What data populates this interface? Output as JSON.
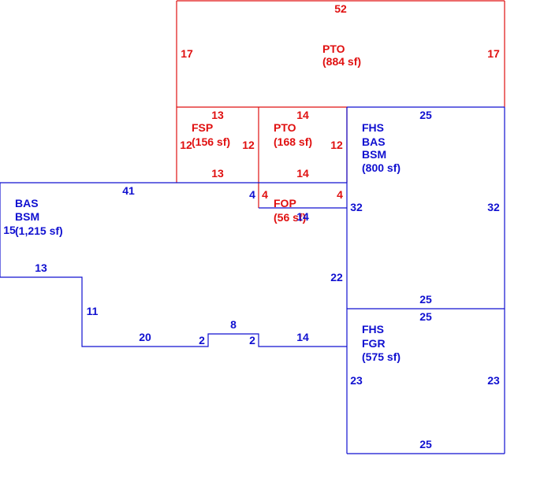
{
  "colors": {
    "red": "#e01010",
    "blue": "#1010d0"
  },
  "areas": {
    "pto_top": {
      "lines": [
        "PTO",
        "(884 sf)"
      ]
    },
    "fsp": {
      "lines": [
        "FSP",
        "(156 sf)"
      ]
    },
    "pto_mid": {
      "lines": [
        "PTO",
        "(168 sf)"
      ]
    },
    "fop": {
      "lines": [
        "FOP",
        "(56 sf)"
      ]
    },
    "fhs_bas": {
      "lines": [
        "FHS",
        "BAS",
        "BSM",
        "(800 sf)"
      ]
    },
    "bas_main": {
      "lines": [
        "BAS",
        "BSM",
        "(1,215 sf)"
      ]
    },
    "fhs_fgr": {
      "lines": [
        "FHS",
        "FGR",
        "(575 sf)"
      ]
    }
  },
  "dims": {
    "pto_top": "52",
    "pto_left": "17",
    "pto_right": "17",
    "fsp_top": "13",
    "fsp_left": "12",
    "fsp_right": "12",
    "fsp_bottom": "13",
    "pto_mid_top": "14",
    "pto_mid_right": "12",
    "pto_mid_bottom": "14",
    "fop_left": "4",
    "fop_right": "4",
    "fop_bottom": "14",
    "fhs_top": "25",
    "fhs_left": "32",
    "fhs_right": "32",
    "fhs_bottom": "25",
    "bas_top": "41",
    "bas_step": "4",
    "bas_left": "15",
    "bas_left_bottom": "13",
    "bas_notch": "11",
    "bas_bottom_a": "20",
    "bas_bump_l": "2",
    "bas_bump_top": "8",
    "bas_bump_r": "2",
    "bas_bottom_b": "14",
    "bas_right": "22",
    "fgr_top": "25",
    "fgr_left": "23",
    "fgr_right": "23",
    "fgr_bottom": "25"
  }
}
